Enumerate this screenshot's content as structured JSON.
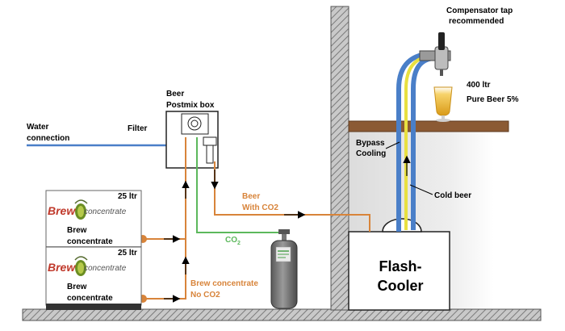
{
  "labels": {
    "water_connection_line1": "Water",
    "water_connection_line2": "connection",
    "filter": "Filter",
    "postmix_line1": "Beer",
    "postmix_line2": "Postmix box",
    "compensator_line1": "Compensator tap",
    "compensator_line2": "recommended",
    "pure_beer_line1": "400 ltr",
    "pure_beer_line2": "Pure Beer 5%",
    "bypass_line1": "Bypass",
    "bypass_line2": "Cooling",
    "cold_beer": "Cold beer",
    "beer_co2_line1": "Beer",
    "beer_co2_line2": "With CO2",
    "co2_main": "CO",
    "co2_sub": "2",
    "flash_cooler_line1": "Flash-",
    "flash_cooler_line2": "Cooler",
    "brew_conc_line1": "Brew concentrate",
    "brew_conc_line2": "No CO2"
  },
  "boxes": [
    {
      "volume": "25 ltr",
      "brand_brew": "Brew",
      "brand_concentrate": "concentrate",
      "content_line1": "Brew",
      "content_line2": "concentrate"
    },
    {
      "volume": "25 ltr",
      "brand_brew": "Brew",
      "brand_concentrate": "concentrate",
      "content_line1": "Brew",
      "content_line2": "concentrate"
    }
  ],
  "colors": {
    "water": "#4a7fc8",
    "beer_pipe": "#d8843a",
    "co2_pipe": "#5cb85c",
    "cold_beer": "#e8e040",
    "bypass": "#4a7fc8",
    "counter": "#8b5a34",
    "wall": "#9a9a9a",
    "text_orange": "#d8843a",
    "text_green": "#5cb85c"
  }
}
